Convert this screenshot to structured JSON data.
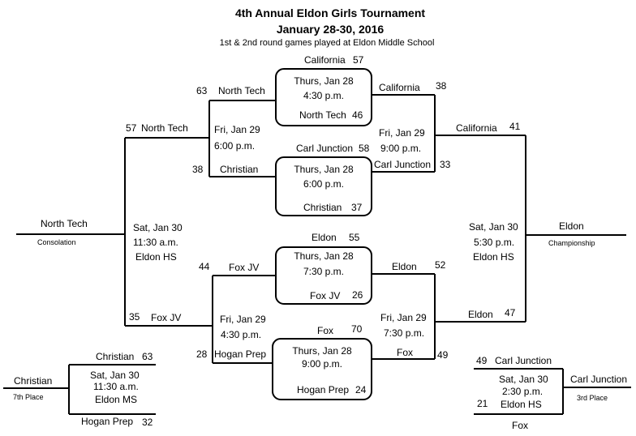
{
  "header": {
    "title": "4th Annual Eldon Girls Tournament",
    "dates": "January 28-30, 2016",
    "note": "1st & 2nd round games played at Eldon Middle School"
  },
  "round1": {
    "g1": {
      "team_top": "California",
      "score_top": "57",
      "day": "Thurs, Jan 28",
      "time": "4:30 p.m.",
      "team_bottom": "North Tech",
      "score_bottom": "46"
    },
    "g2": {
      "team_top": "Carl Junction",
      "score_top": "58",
      "day": "Thurs, Jan 28",
      "time": "6:00 p.m.",
      "team_bottom": "Christian",
      "score_bottom": "37"
    },
    "g3": {
      "team_top": "Eldon",
      "score_top": "55",
      "day": "Thurs, Jan 28",
      "time": "7:30 p.m.",
      "team_bottom": "Fox JV",
      "score_bottom": "26"
    },
    "g4": {
      "team_top": "Fox",
      "score_top": "70",
      "day": "Thurs, Jan 28",
      "time": "9:00 p.m.",
      "team_bottom": "Hogan Prep",
      "score_bottom": "24"
    }
  },
  "consolation_semis": {
    "top": {
      "team_a": "North Tech",
      "score_a": "63",
      "day": "Fri, Jan 29",
      "time": "6:00 p.m.",
      "team_b": "Christian",
      "score_b": "38"
    },
    "bottom": {
      "team_a": "Fox JV",
      "score_a": "44",
      "day": "Fri, Jan 29",
      "time": "4:30 p.m.",
      "team_b": "Hogan Prep",
      "score_b": "28"
    }
  },
  "consolation_final": {
    "team_a": "North Tech",
    "score_a": "57",
    "team_b": "Fox JV",
    "score_b": "35",
    "day": "Sat, Jan 30",
    "time": "11:30 a.m.",
    "venue": "Eldon HS",
    "winner": "North Tech",
    "label": "Consolation"
  },
  "semifinals": {
    "top": {
      "team_a": "California",
      "score_a": "38",
      "day": "Fri, Jan 29",
      "time": "9:00 p.m.",
      "team_b": "Carl Junction",
      "score_b": "33"
    },
    "bottom": {
      "team_a": "Eldon",
      "score_a": "52",
      "day": "Fri, Jan 29",
      "time": "7:30 p.m.",
      "team_b": "Fox",
      "score_b": "49"
    }
  },
  "championship": {
    "team_a": "California",
    "score_a": "41",
    "team_b": "Eldon",
    "score_b": "47",
    "day": "Sat, Jan 30",
    "time": "5:30 p.m.",
    "venue": "Eldon HS",
    "winner": "Eldon",
    "label": "Championship"
  },
  "seventh_place": {
    "team_a": "Christian",
    "score_a": "63",
    "team_b": "Hogan Prep",
    "score_b": "32",
    "day": "Sat, Jan 30",
    "time": "11:30 a.m.",
    "venue": "Eldon MS",
    "winner": "Christian",
    "label": "7th Place"
  },
  "third_place": {
    "team_a": "Carl Junction",
    "score_a": "49",
    "team_b": "Fox",
    "score_b": "21",
    "day": "Sat, Jan 30",
    "time": "2:30 p.m.",
    "venue": "Eldon HS",
    "winner": "Carl Junction",
    "label": "3rd Place"
  }
}
